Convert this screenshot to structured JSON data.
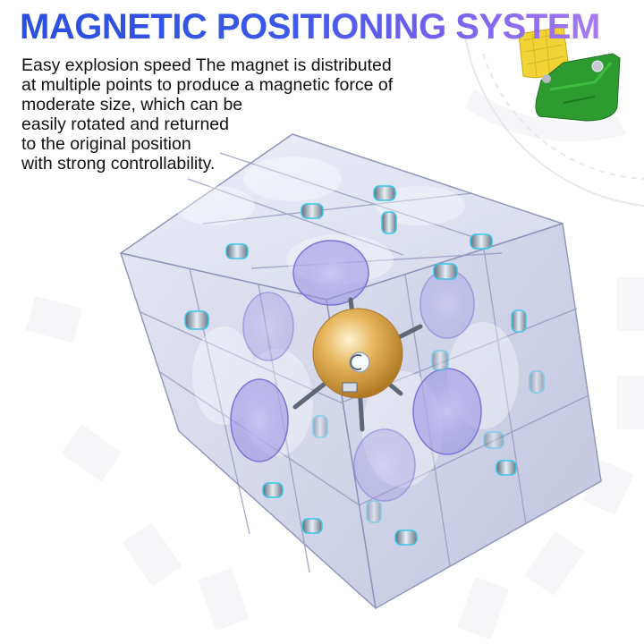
{
  "headline": {
    "title": "MAGNETIC POSITIONING SYSTEM",
    "gradient_colors": [
      "#2a4fe0",
      "#a77af3"
    ]
  },
  "description": {
    "lines": [
      "Easy explosion speed The magnet is distributed",
      "at multiple points to produce a magnetic force of",
      "moderate size, which can be",
      "easily rotated and returned",
      "to the original position",
      "with strong controllability."
    ]
  },
  "product": {
    "subject": "transparent 3x3 magnetic speed cube",
    "inset": "yellow and green cube piece with embedded magnet",
    "colors": {
      "cube_body": "#dcdff0",
      "cube_edge": "#8d93b8",
      "core": "#e0a94a",
      "magnet_outline": "#38c8e8",
      "inset_yellow": "#f2d335",
      "inset_green": "#2d9b2f"
    }
  }
}
